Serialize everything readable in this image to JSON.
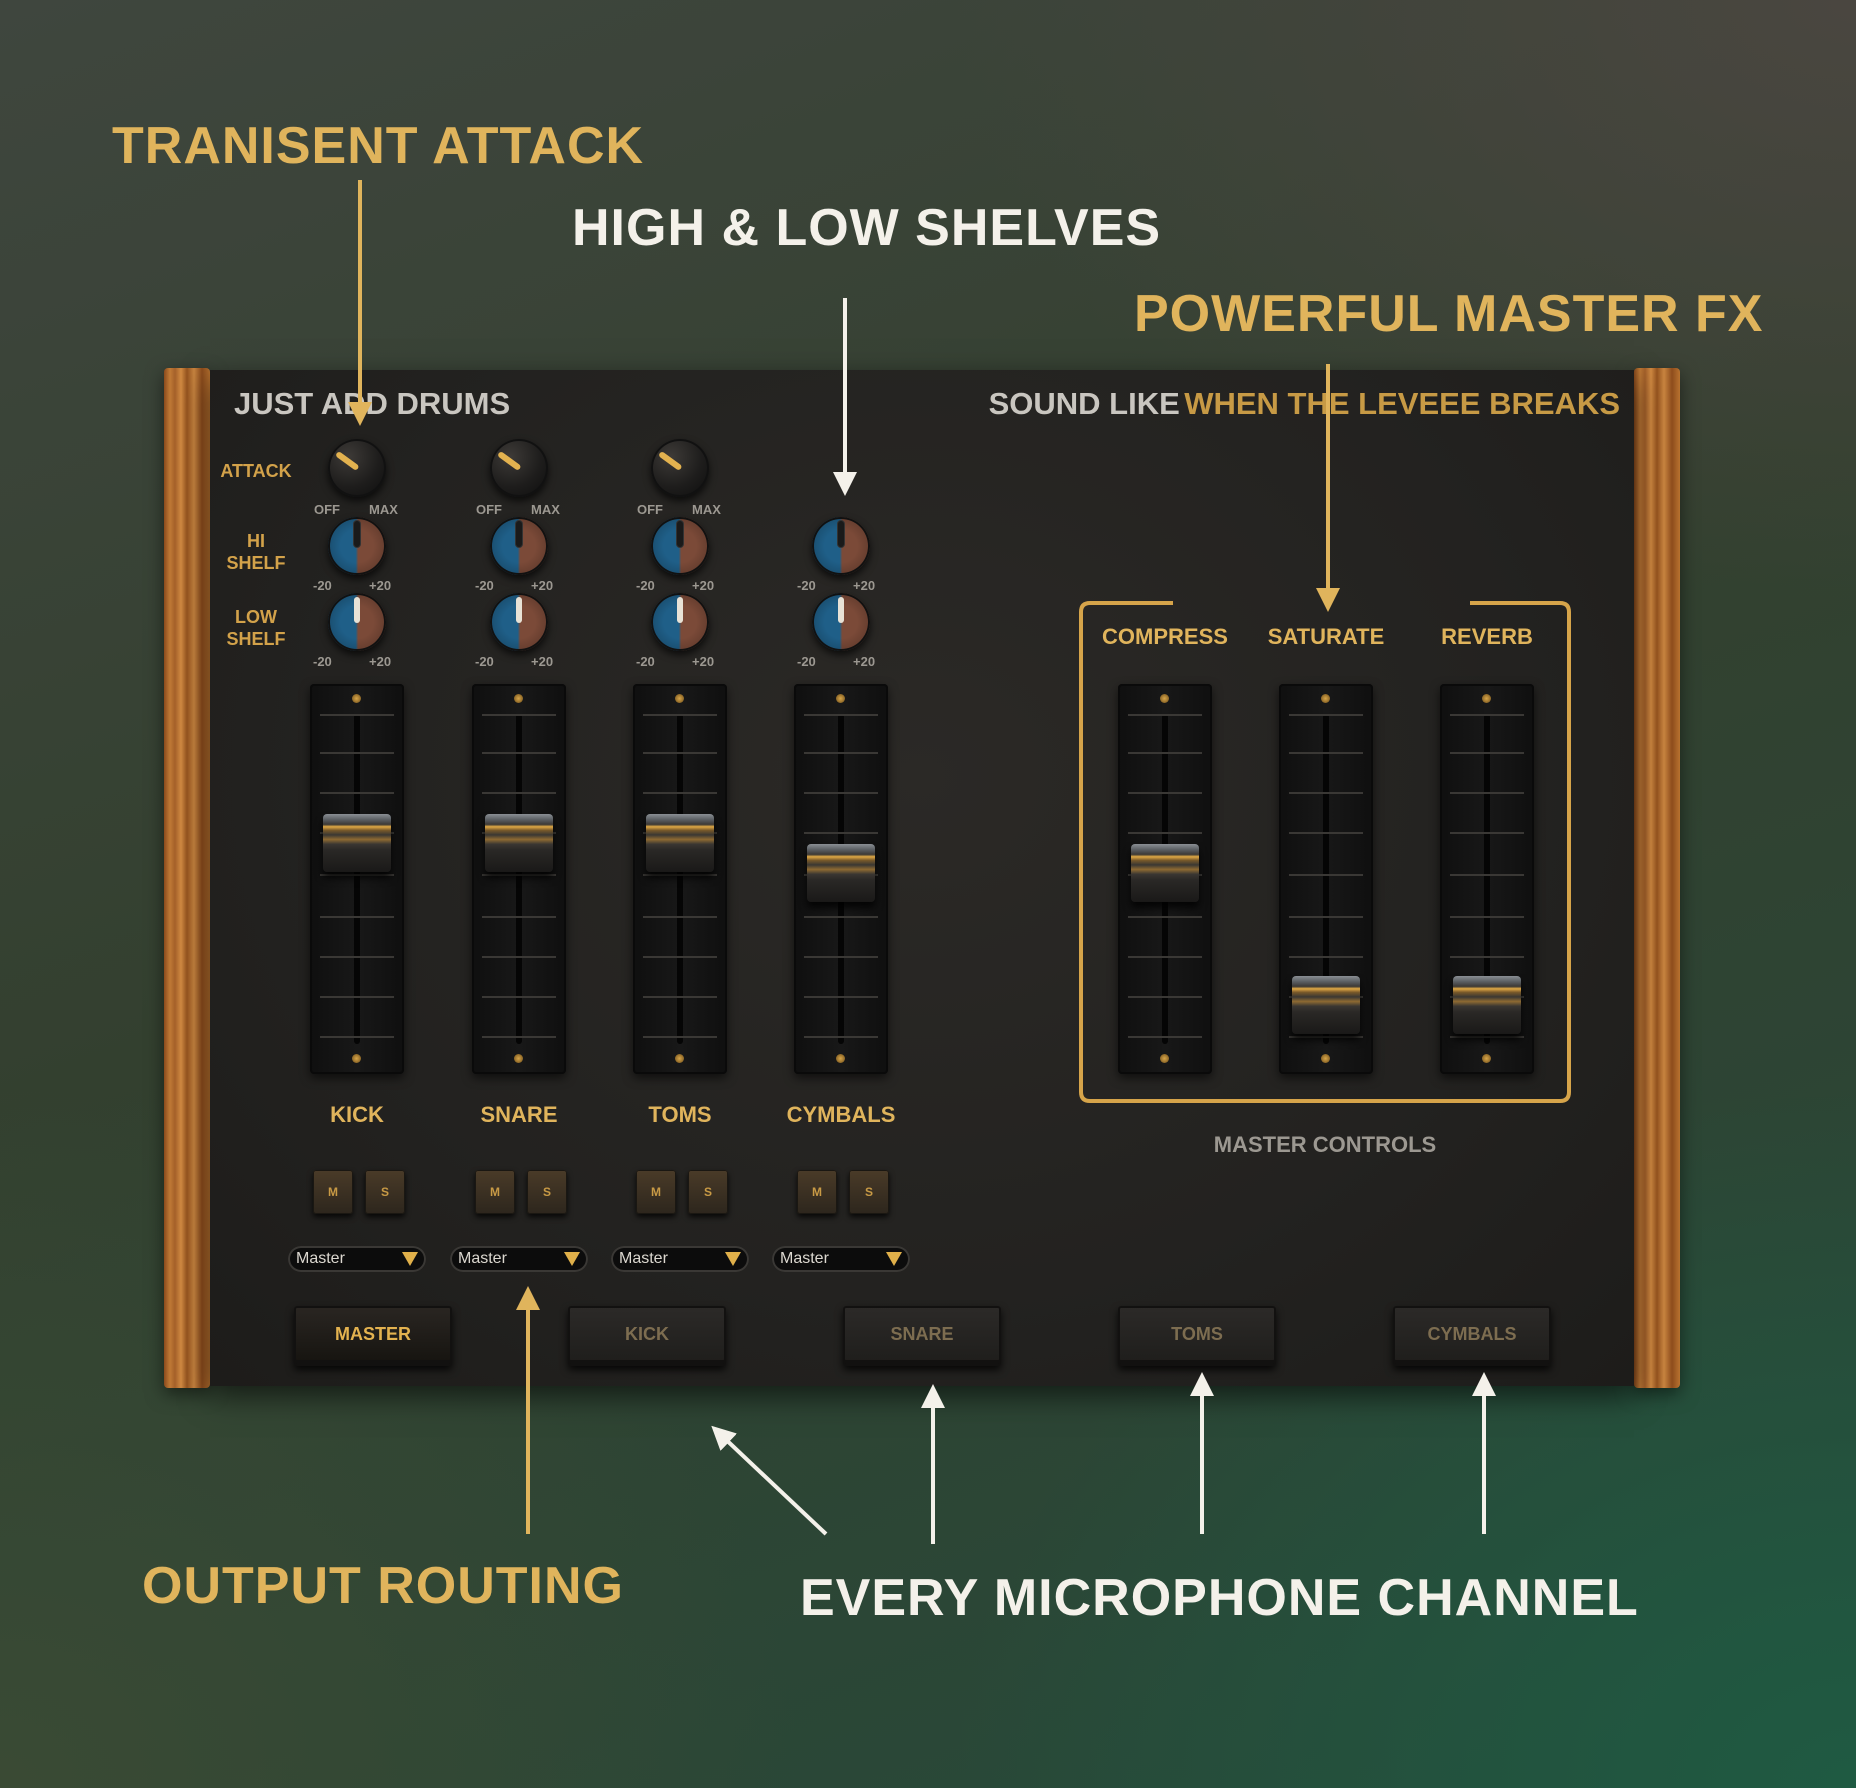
{
  "callouts": {
    "transient_attack": "TRANISENT ATTACK",
    "shelves": "HIGH & LOW SHELVES",
    "master_fx": "POWERFUL MASTER FX",
    "output_routing": "OUTPUT ROUTING",
    "mic_channel": "EVERY MICROPHONE CHANNEL"
  },
  "panel": {
    "title": "JUST ADD DRUMS",
    "tagline_prefix": "SOUND LIKE",
    "tagline_highlight": "WHEN THE LEVEEE BREAKS"
  },
  "row_labels": {
    "attack": "ATTACK",
    "hi_shelf": "HI\nSHELF",
    "low_shelf": "LOW\nSHELF"
  },
  "knob_scales": {
    "attack_min": "OFF",
    "attack_max": "MAX",
    "shelf_min": "-20",
    "shelf_max": "+20"
  },
  "channels": [
    {
      "name": "KICK",
      "attack_pct": 30,
      "hi_shelf_pct": 50,
      "low_shelf_pct": 50,
      "fader_level": 0.62,
      "mute": "M",
      "solo": "S",
      "output": "Master"
    },
    {
      "name": "SNARE",
      "attack_pct": 30,
      "hi_shelf_pct": 50,
      "low_shelf_pct": 50,
      "fader_level": 0.62,
      "mute": "M",
      "solo": "S",
      "output": "Master"
    },
    {
      "name": "TOMS",
      "attack_pct": 30,
      "hi_shelf_pct": 50,
      "low_shelf_pct": 50,
      "fader_level": 0.62,
      "mute": "M",
      "solo": "S",
      "output": "Master"
    },
    {
      "name": "CYMBALS",
      "hi_shelf_pct": 50,
      "low_shelf_pct": 50,
      "fader_level": 0.52,
      "mute": "M",
      "solo": "S",
      "output": "Master"
    }
  ],
  "master_fx": {
    "label": "MASTER CONTROLS",
    "items": [
      {
        "name": "COMPRESS",
        "level": 0.52
      },
      {
        "name": "SATURATE",
        "level": 0.08
      },
      {
        "name": "REVERB",
        "level": 0.08
      }
    ]
  },
  "tabs": [
    {
      "label": "MASTER",
      "active": true
    },
    {
      "label": "KICK",
      "active": false
    },
    {
      "label": "SNARE",
      "active": false
    },
    {
      "label": "TOMS",
      "active": false
    },
    {
      "label": "CYMBALS",
      "active": false
    }
  ],
  "colors": {
    "accent_gold": "#e0b45c",
    "callout_white": "#f4f1ea",
    "panel_bg": "#242321",
    "knob_blue": "#1f5f88",
    "knob_brown": "#7b4a38"
  }
}
